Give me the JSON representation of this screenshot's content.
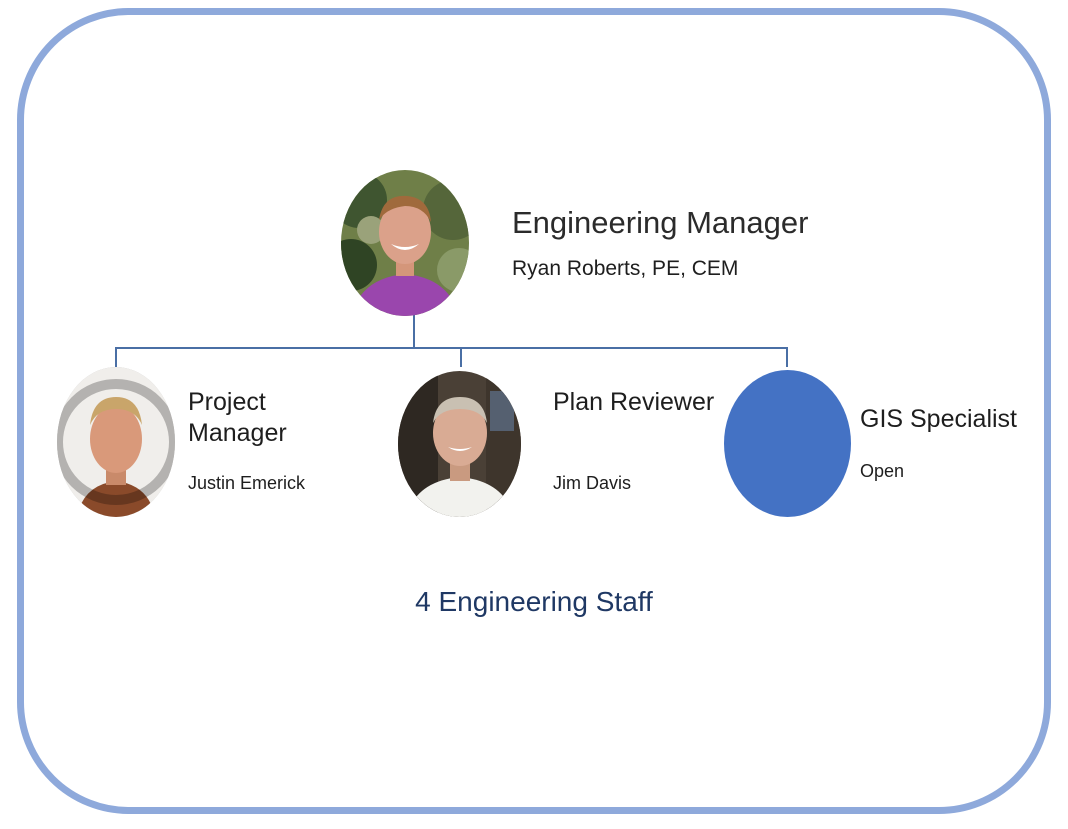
{
  "colors": {
    "frame_border": "#8ea9db",
    "connector": "#4a6fa5",
    "open_position_fill": "#4472c4",
    "footer_text": "#1f3864"
  },
  "manager": {
    "title": "Engineering Manager",
    "name": "Ryan Roberts, PE, CEM",
    "photo": "manager-portrait"
  },
  "reports": [
    {
      "title": "Project Manager",
      "name": "Justin Emerick",
      "photo": "project-manager-portrait"
    },
    {
      "title": "Plan Reviewer",
      "name": "Jim Davis",
      "photo": "plan-reviewer-portrait"
    },
    {
      "title": "GIS Specialist",
      "name": "Open",
      "photo": "open-position-circle"
    }
  ],
  "footer": "4 Engineering Staff"
}
